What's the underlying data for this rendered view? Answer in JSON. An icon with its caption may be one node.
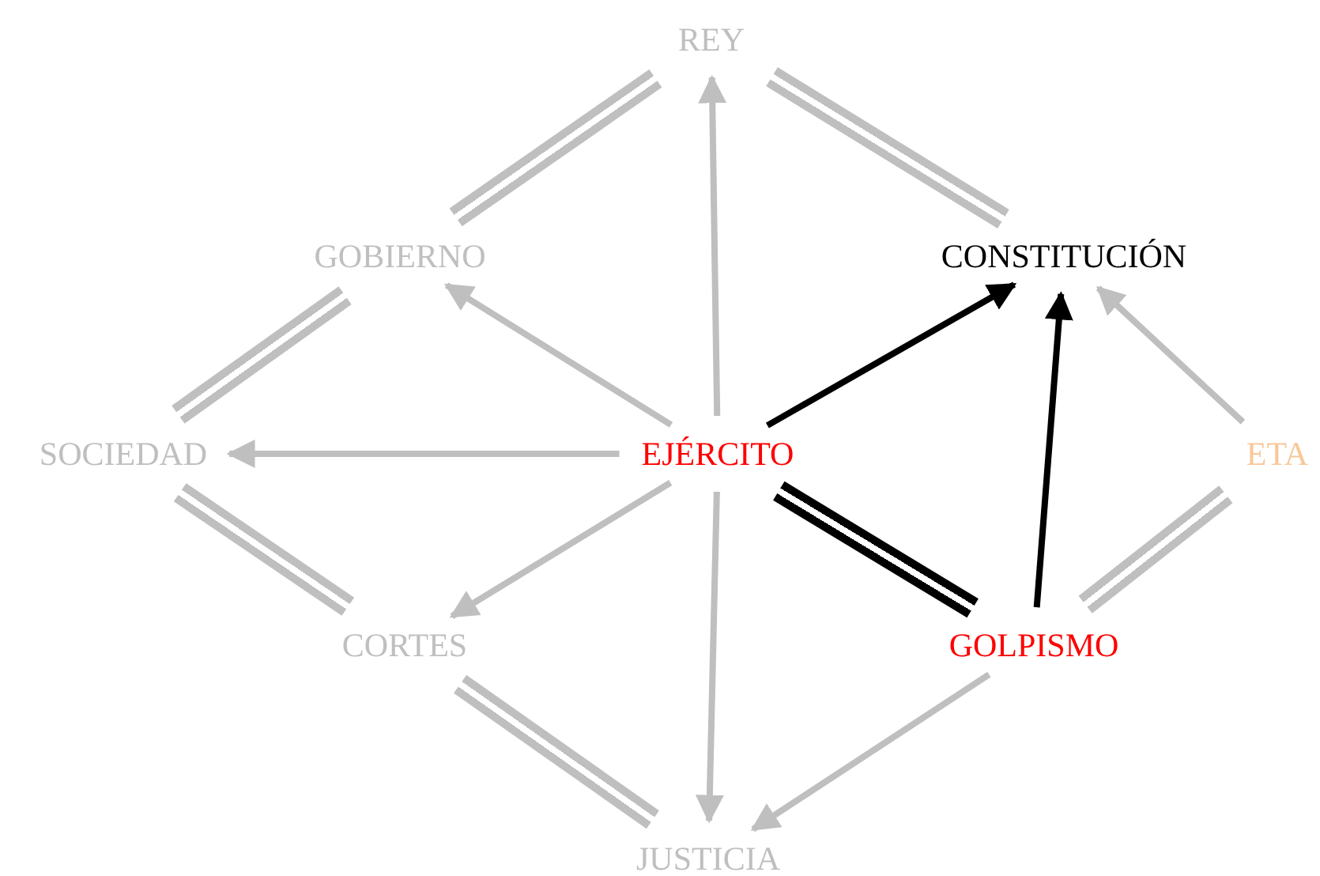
{
  "diagram": {
    "nodes": [
      {
        "text": [
          "REY"
        ]
      },
      {
        "text": [
          "GOBIERNO"
        ]
      },
      {
        "text": [
          "CONSTITUCIÓN"
        ]
      },
      {
        "text": [
          "SOCIEDAD"
        ]
      },
      {
        "text": [
          "EJÉRCITO"
        ]
      },
      {
        "text": [
          "ETA"
        ]
      },
      {
        "text": [
          "CORTES"
        ]
      },
      {
        "text": [
          "GOLPISMO"
        ]
      },
      {
        "text": [
          "JUSTICIA"
        ]
      }
    ],
    "edges": [
      {
        "from": 0,
        "to": 1,
        "arrow": "none"
      },
      {
        "from": 0,
        "to": 2,
        "arrow": "none"
      },
      {
        "from": 1,
        "to": 3,
        "arrow": "none"
      },
      {
        "from": 3,
        "to": 6,
        "arrow": "none"
      },
      {
        "from": 6,
        "to": 8,
        "arrow": "none"
      },
      {
        "from": 5,
        "to": 7,
        "arrow": "none"
      },
      {
        "from": 4,
        "to": 7,
        "arrow": "none",
        "color": "#000000"
      },
      {
        "from": 4,
        "to": 0,
        "arrow": "to"
      },
      {
        "from": 4,
        "to": 1,
        "arrow": "to"
      },
      {
        "from": 4,
        "to": 3,
        "arrow": "to"
      },
      {
        "from": 4,
        "to": 6,
        "arrow": "to"
      },
      {
        "from": 4,
        "to": 8,
        "arrow": "to"
      },
      {
        "from": 4,
        "to": 2,
        "arrow": "to",
        "color": "#000000"
      },
      {
        "from": 7,
        "to": 2,
        "arrow": "to",
        "color": "#000000"
      },
      {
        "from": 5,
        "to": 2,
        "arrow": "to"
      },
      {
        "from": 7,
        "to": 8,
        "arrow": "to"
      }
    ]
  }
}
